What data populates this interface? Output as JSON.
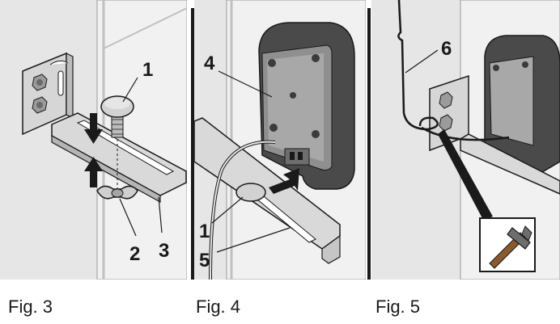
{
  "figures": [
    {
      "caption": "Fig. 3",
      "callouts": [
        "1",
        "2",
        "3"
      ]
    },
    {
      "caption": "Fig. 4",
      "callouts": [
        "4",
        "1",
        "5"
      ]
    },
    {
      "caption": "Fig. 5",
      "callouts": [
        "6"
      ]
    }
  ],
  "colors": {
    "panel_background": "#e6e6e6",
    "wall": "#f1f1f1",
    "metal": "#cfcfcf",
    "device": "#4a4a4a",
    "outline": "#1a1a1a"
  },
  "icons": [
    "hammer-icon",
    "arrow-down-icon",
    "arrow-up-icon"
  ]
}
